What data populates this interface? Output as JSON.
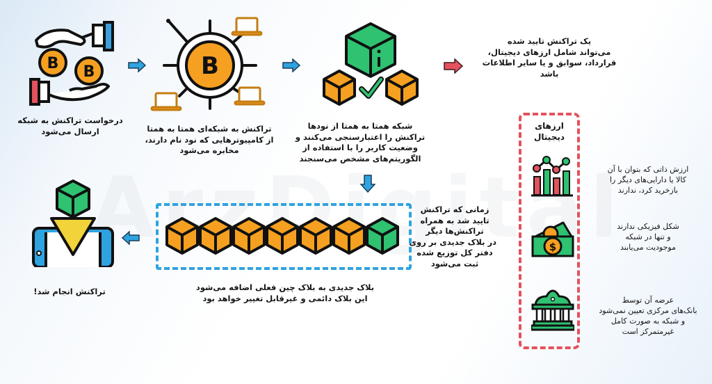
{
  "watermark": "ArzDigital",
  "colors": {
    "orange": "#f5a020",
    "green": "#2ec271",
    "blue_arrow": "#2fa3e0",
    "red_arrow": "#e4525d",
    "outline": "#111111"
  },
  "steps": [
    {
      "id": "request",
      "icon": "hands-bitcoin-icon",
      "lines": [
        "درخواست تراکنش به شبکه",
        "ارسال می‌شود"
      ]
    },
    {
      "id": "p2p-network",
      "icon": "bitcoin-network-icon",
      "lines": [
        "تراکنش به شبکه‌ای همتا به همتا",
        "از کامپیوترهایی که نود نام دارند،",
        "مخابره می‌شود"
      ]
    },
    {
      "id": "validation",
      "icon": "blocks-validation-icon",
      "lines": [
        "شبکه همتا به همتا از نودها",
        "تراکنش را اعتبارسنجی می‌کنند و",
        "وضعیت کاربر را با استفاده از",
        "الگوریتم‌های مشخص می‌سنجند"
      ]
    },
    {
      "id": "verified",
      "lines": [
        "یک تراکنش تایید شده",
        "می‌تواند شامل ارزهای دیجیتال،",
        "قرارداد، سوابق و یا سایر اطلاعات",
        "باشد"
      ]
    },
    {
      "id": "new-block",
      "lines": [
        "زمانی که تراکنش",
        "تایید شد به همراه",
        "تراکنش‌ها دیگر",
        "در بلاک جدیدی بر روی",
        "دفتر کل توزیع شده",
        "ثبت می‌شود"
      ]
    },
    {
      "id": "chain",
      "icon": "blockchain-cubes-icon",
      "block_count": 7,
      "lines": [
        "بلاک جدیدی به بلاک چین فعلی اضافه می‌شود",
        "این بلاک دائمی و غیرقابل تغییر خواهد بود"
      ]
    },
    {
      "id": "complete",
      "icon": "mobile-block-icon",
      "lines": [
        "تراکنش انجام شد!"
      ]
    }
  ],
  "digital_currencies": {
    "title": "ارزهای دیجیتال",
    "items": [
      {
        "icon": "chart-bars-icon",
        "lines": [
          "ارزش ذاتی که بتوان با آن",
          "کالا یا دارایی‌های دیگر را",
          "بازخرید کرد، ندارند"
        ]
      },
      {
        "icon": "money-coins-icon",
        "lines": [
          "شکل فیزیکی ندارند",
          "و تنها در شبکه",
          "موجودیت می‌یابند"
        ]
      },
      {
        "icon": "bank-building-icon",
        "lines": [
          "عرضه آن توسط",
          "بانک‌های مرکزی تعیین نمی‌شود",
          "و شبکه به صورت کامل",
          "غیرمتمرکز است"
        ]
      }
    ]
  }
}
